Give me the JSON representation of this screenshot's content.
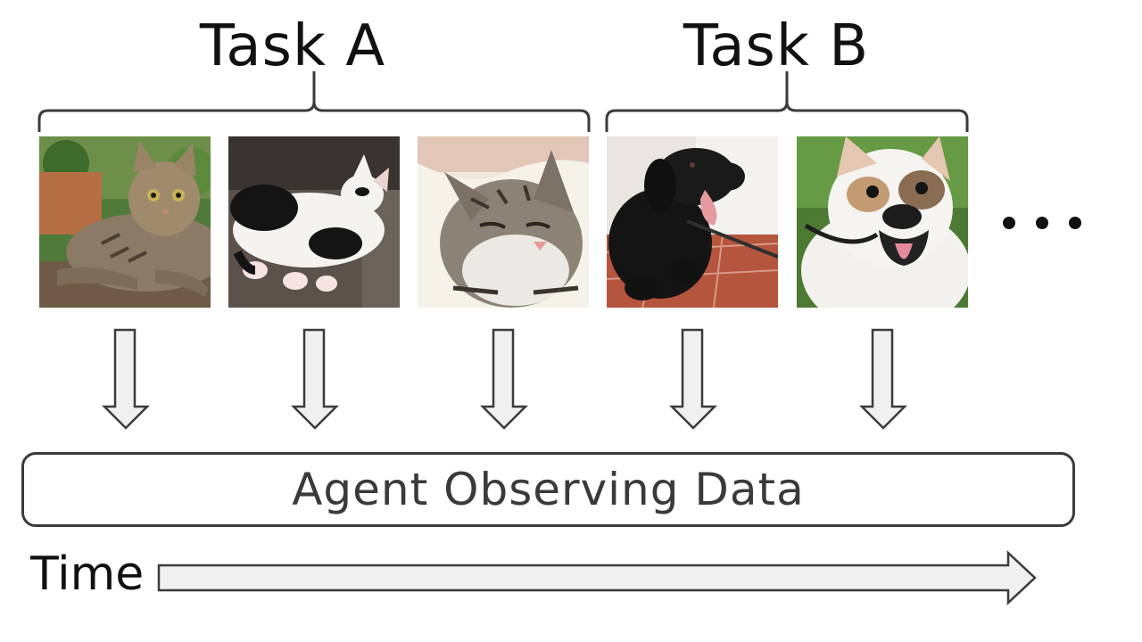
{
  "tasks": [
    {
      "label": "Task A"
    },
    {
      "label": "Task B"
    }
  ],
  "images": [
    {
      "subject": "tabby cat sitting on outdoor bench",
      "task": "Task A"
    },
    {
      "subject": "black and white cat lying on sofa",
      "task": "Task A"
    },
    {
      "subject": "tabby kitten being held",
      "task": "Task A"
    },
    {
      "subject": "black labrador dog lying on tiles",
      "task": "Task B"
    },
    {
      "subject": "french bulldog on grass",
      "task": "Task B"
    }
  ],
  "agent": {
    "label": "Agent Observing Data"
  },
  "time": {
    "label": "Time"
  },
  "colors": {
    "arrow_fill": "#f0f0f0",
    "arrow_stroke": "#3b3b3b",
    "bracket": "#3b3b3b",
    "text": "#111111"
  }
}
